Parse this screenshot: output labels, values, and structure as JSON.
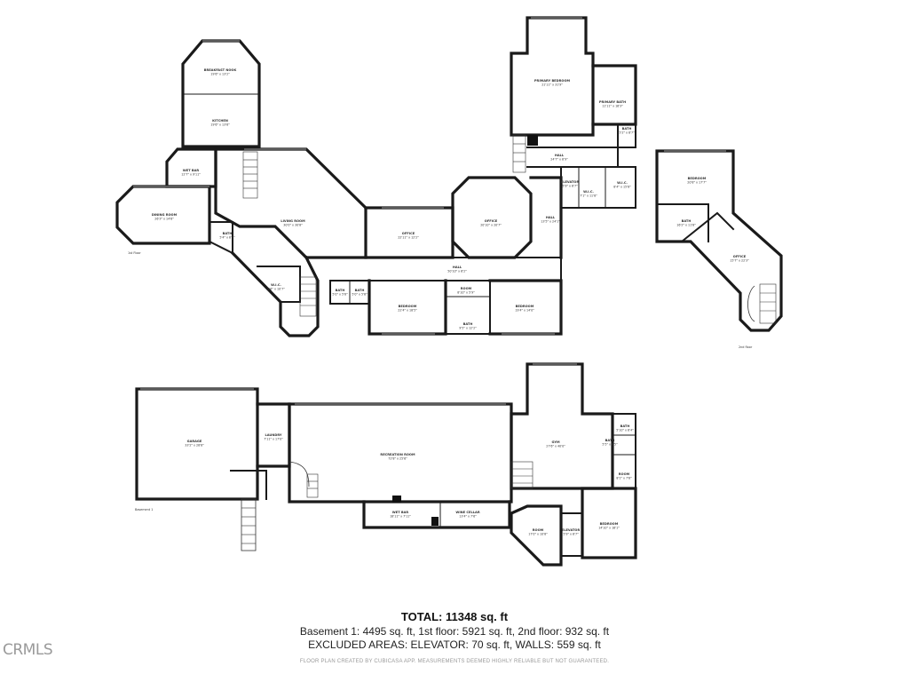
{
  "floors": {
    "first": "1st Floor",
    "second": "2nd floor",
    "basement": "Basement 1"
  },
  "rooms": {
    "breakfast_nook": {
      "name": "BREAKFAST NOOK",
      "dim": "19'6\" x 13'2\""
    },
    "kitchen": {
      "name": "KITCHEN",
      "dim": "19'6\" x 13'6\""
    },
    "wet_bar_1": {
      "name": "WET BAR",
      "dim": "12'7\" x 9'11\""
    },
    "dining_room": {
      "name": "DINING ROOM",
      "dim": "26'3\" x 14'6\""
    },
    "bath_1": {
      "name": "BATH",
      "dim": "5'4\" x 6'7\""
    },
    "living_room": {
      "name": "LIVING ROOM",
      "dim": "30'0\" x 30'8\""
    },
    "wic_1": {
      "name": "W.I.C.",
      "dim": "8'6\" x 10'7\""
    },
    "bath_2": {
      "name": "BATH",
      "dim": "5'0\" x 5'8\""
    },
    "bath_3": {
      "name": "BATH",
      "dim": "5'0\" x 5'8\""
    },
    "office_1": {
      "name": "OFFICE",
      "dim": "22'11\" x 12'2\""
    },
    "office_2": {
      "name": "OFFICE",
      "dim": "20'10\" x 20'7\""
    },
    "hall_1": {
      "name": "HALL",
      "dim": "50'10\" x 6'2\""
    },
    "bedroom_1": {
      "name": "BEDROOM",
      "dim": "22'4\" x 18'5\""
    },
    "room_1": {
      "name": "ROOM",
      "dim": "8'10\" x 5'9\""
    },
    "bath_4": {
      "name": "BATH",
      "dim": "9'5\" x 12'2\""
    },
    "bedroom_2": {
      "name": "BEDROOM",
      "dim": "19'4\" x 14'0\""
    },
    "hall_2": {
      "name": "HALL",
      "dim": "13'5\" x 24'1\""
    },
    "primary_bedroom": {
      "name": "PRIMARY BEDROOM",
      "dim": "21'11\" x 31'9\""
    },
    "primary_bath": {
      "name": "PRIMARY BATH",
      "dim": "11'11\" x 16'3\""
    },
    "bath_5": {
      "name": "BATH",
      "dim": "5'2\" x 8'7\""
    },
    "hall_3": {
      "name": "HALL",
      "dim": "24'7\" x 8'9\""
    },
    "elevator_1": {
      "name": "ELEVATOR",
      "dim": "5'9\" x 6'7\""
    },
    "wic_2": {
      "name": "W.I.C.",
      "dim": "7'1\" x 11'8\""
    },
    "wic_3": {
      "name": "W.I.C.",
      "dim": "8'4\" x 15'8\""
    },
    "bedroom_3": {
      "name": "BEDROOM",
      "dim": "20'8\" x 17'7\""
    },
    "bath_6": {
      "name": "BATH",
      "dim": "16'2\" x 11'8\""
    },
    "office_3": {
      "name": "OFFICE",
      "dim": "15'7\" x 22'3\""
    },
    "garage": {
      "name": "GARAGE",
      "dim": "33'2\" x 28'8\""
    },
    "laundry": {
      "name": "LAUNDRY",
      "dim": "7'11\" x 17'0\""
    },
    "recreation_room": {
      "name": "RECREATION ROOM",
      "dim": "72'8\" x 25'6\""
    },
    "wet_bar_2": {
      "name": "WET BAR",
      "dim": "18'11\" x 7'11\""
    },
    "wine_cellar": {
      "name": "WINE CELLAR",
      "dim": "13'4\" x 7'6\""
    },
    "gym": {
      "name": "GYM",
      "dim": "27'6\" x 40'0\""
    },
    "bath_7": {
      "name": "BATH",
      "dim": "5'10\" x 6'4\""
    },
    "bath_8": {
      "name": "BATH",
      "dim": "5'5\" x 4'5\""
    },
    "room_2": {
      "name": "ROOM",
      "dim": "8'1\" x 7'6\""
    },
    "room_3": {
      "name": "ROOM",
      "dim": "17'0\" x 10'8\""
    },
    "elevator_2": {
      "name": "ELEVATOR",
      "dim": "5'9\" x 6'7\""
    },
    "bedroom_4": {
      "name": "BEDROOM",
      "dim": "14'10\" x 16'1\""
    }
  },
  "summary": {
    "total": "TOTAL: 11348 sq. ft",
    "line1": "Basement 1: 4495 sq. ft, 1st floor: 5921 sq. ft, 2nd floor: 932 sq. ft",
    "line2": "EXCLUDED AREAS: ELEVATOR: 70 sq. ft, WALLS: 559 sq. ft",
    "footnote": "FLOOR PLAN CREATED BY CUBICASA APP. MEASUREMENTS DEEMED HIGHLY RELIABLE BUT NOT GUARANTEED."
  },
  "logo": {
    "text": "CRMLS"
  }
}
